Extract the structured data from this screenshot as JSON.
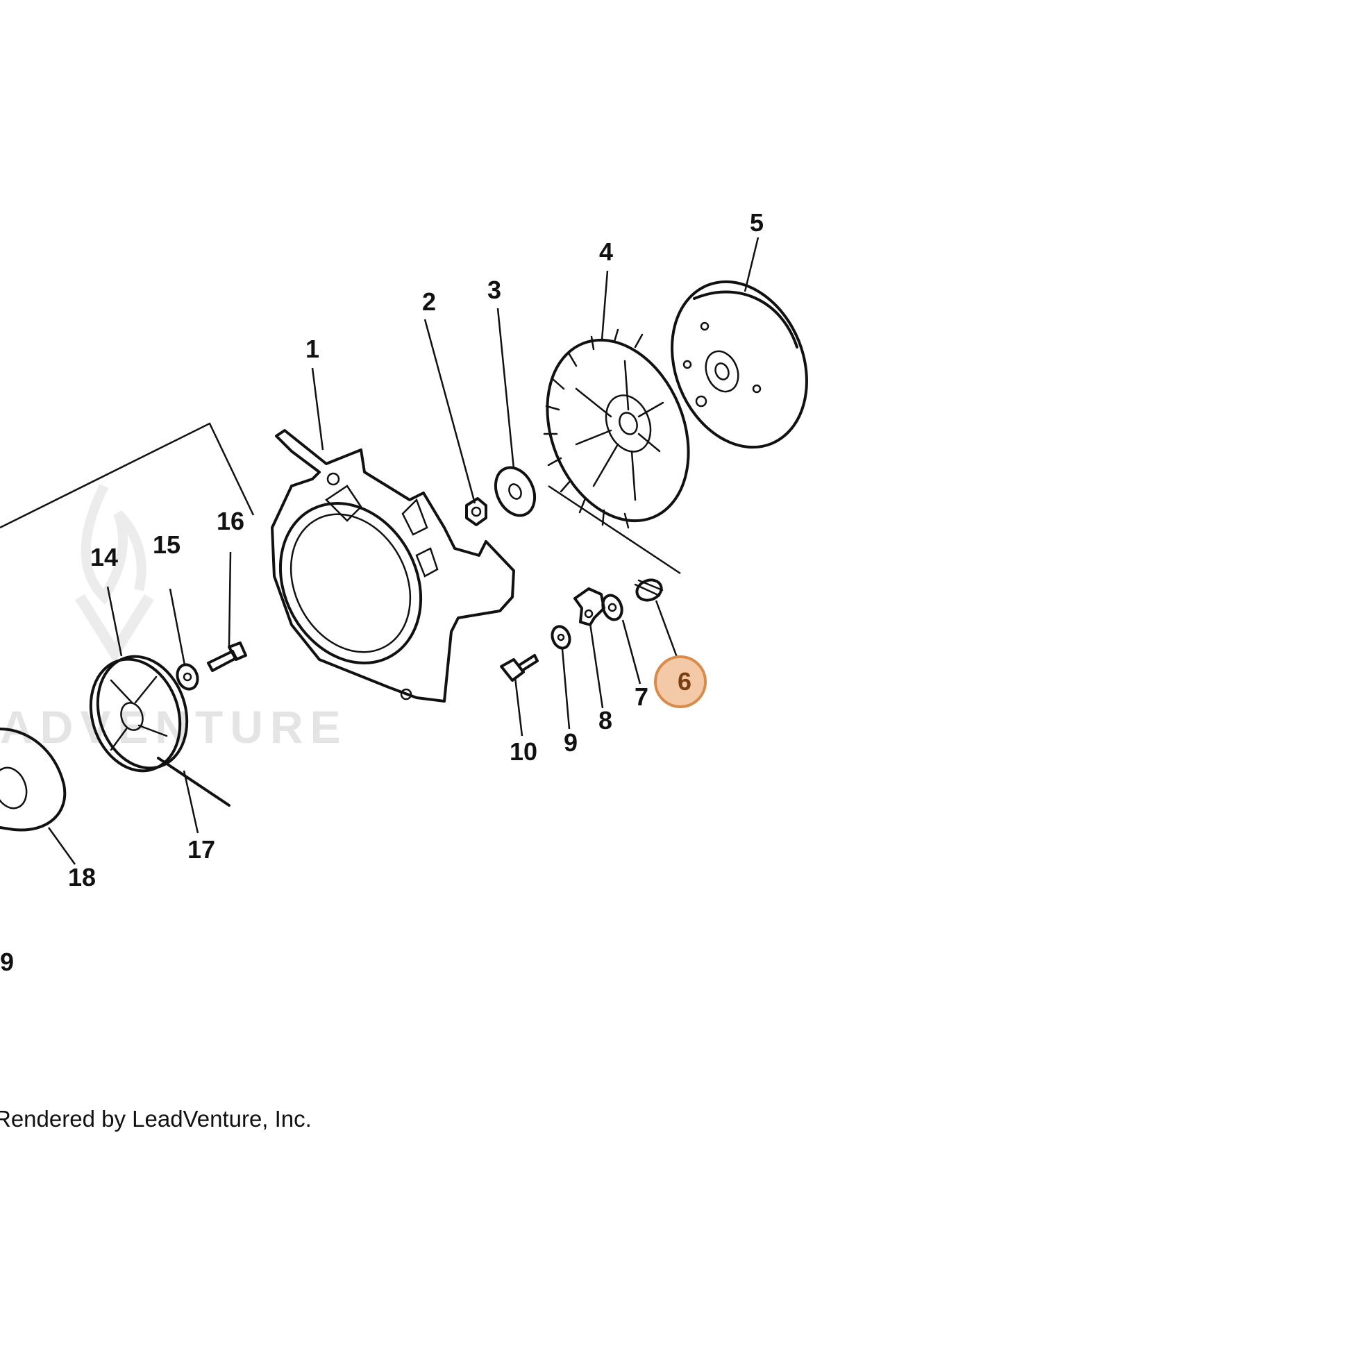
{
  "diagram": {
    "callouts": [
      {
        "id": "1",
        "label": "1"
      },
      {
        "id": "2",
        "label": "2"
      },
      {
        "id": "3",
        "label": "3"
      },
      {
        "id": "4",
        "label": "4"
      },
      {
        "id": "5",
        "label": "5"
      },
      {
        "id": "6",
        "label": "6",
        "highlighted": true
      },
      {
        "id": "7",
        "label": "7"
      },
      {
        "id": "8",
        "label": "8"
      },
      {
        "id": "9",
        "label": "9"
      },
      {
        "id": "10",
        "label": "10"
      },
      {
        "id": "14",
        "label": "14"
      },
      {
        "id": "15",
        "label": "15"
      },
      {
        "id": "16",
        "label": "16"
      },
      {
        "id": "17",
        "label": "17"
      },
      {
        "id": "18",
        "label": "18"
      },
      {
        "id": "19",
        "label": "9"
      }
    ],
    "highlight_color": "#f3c9a8",
    "highlight_stroke": "#d98c4a",
    "watermark": "ADVENTURE",
    "credit": "Rendered by LeadVenture, Inc."
  }
}
